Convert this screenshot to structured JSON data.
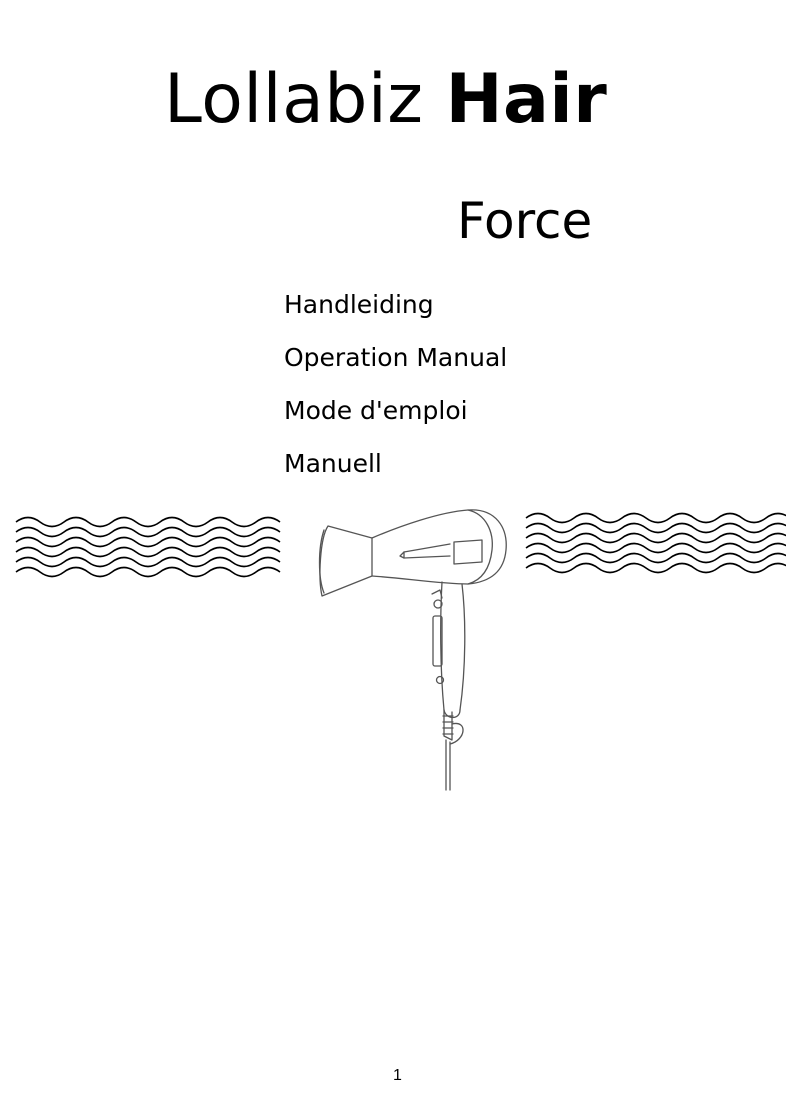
{
  "cover": {
    "brand_regular": "Lollabiz",
    "brand_bold": "Hair",
    "model": "Force",
    "titles": [
      "Handleiding",
      "Operation Manual",
      "Mode d'emploi",
      "Manuell"
    ]
  },
  "illustration": {
    "icon": "hair-dryer-icon",
    "decoration": "wave-lines-icon"
  },
  "footer": {
    "page_number": "1"
  }
}
